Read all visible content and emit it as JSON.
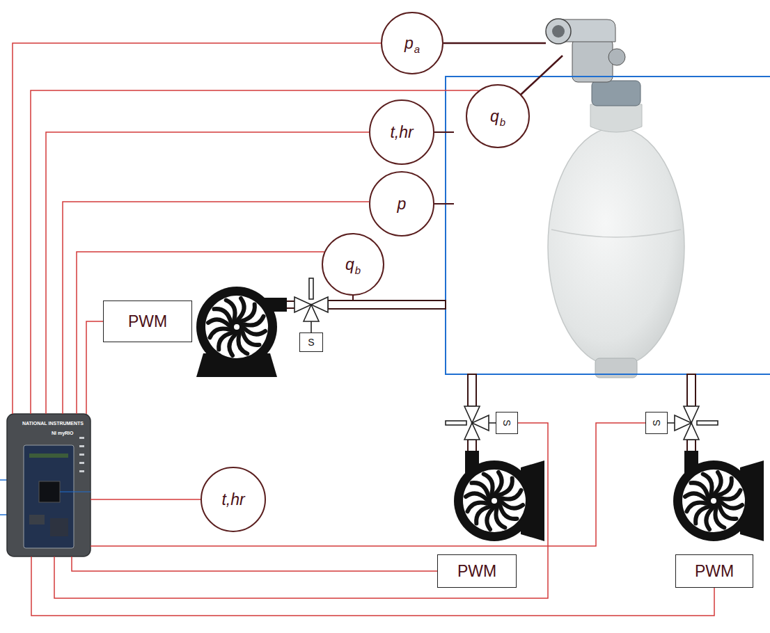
{
  "diagram": {
    "nodes": [
      {
        "text": [
          "p",
          "a"
        ]
      },
      {
        "text": [
          "q",
          "b"
        ]
      },
      {
        "text": [
          "t,hr"
        ]
      },
      {
        "text": [
          "p"
        ]
      },
      {
        "text": [
          "q",
          "b"
        ]
      },
      {
        "text": [
          "PWM"
        ]
      },
      {
        "text": [
          "S"
        ]
      },
      {
        "text": [
          "NATIONAL INSTRUMENTS",
          "NI myRIO"
        ]
      },
      {
        "text": [
          "S"
        ]
      },
      {
        "text": [
          "S"
        ]
      },
      {
        "text": [
          "t,hr"
        ]
      },
      {
        "text": [
          "PWM"
        ]
      },
      {
        "text": [
          "PWM"
        ]
      }
    ],
    "edges": [
      {
        "from": 7,
        "to": 0,
        "arrow": "none"
      },
      {
        "from": 7,
        "to": 1,
        "arrow": "none"
      },
      {
        "from": 7,
        "to": 2,
        "arrow": "none"
      },
      {
        "from": 7,
        "to": 3,
        "arrow": "none"
      },
      {
        "from": 7,
        "to": 4,
        "arrow": "none"
      },
      {
        "from": 7,
        "to": 5,
        "arrow": "none"
      },
      {
        "from": 7,
        "to": 10,
        "arrow": "none"
      },
      {
        "from": 7,
        "to": 9,
        "arrow": "none"
      },
      {
        "from": 7,
        "to": 11,
        "arrow": "none"
      },
      {
        "from": 7,
        "to": 8,
        "arrow": "none"
      },
      {
        "from": 7,
        "to": 12,
        "arrow": "none"
      }
    ]
  }
}
